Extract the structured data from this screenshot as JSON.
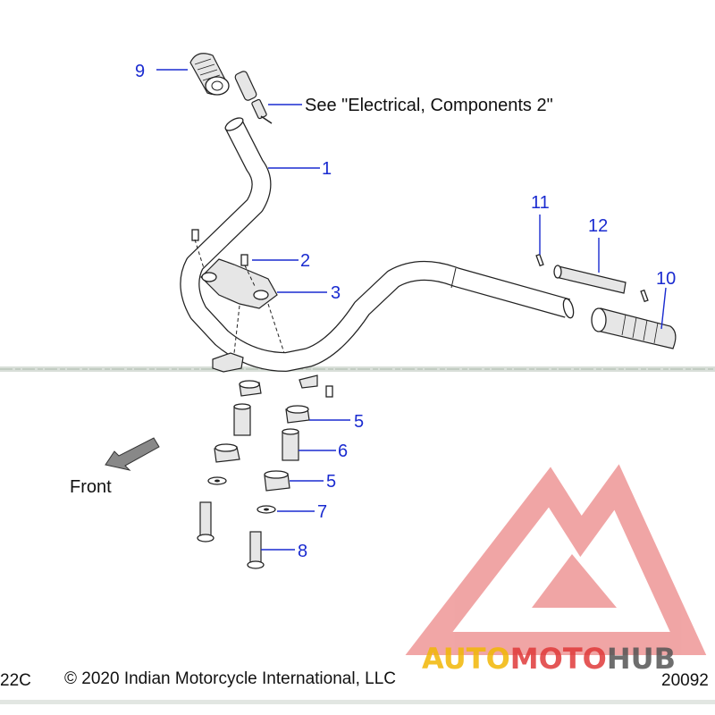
{
  "callouts": {
    "c1": "1",
    "c2": "2",
    "c3": "3",
    "c5a": "5",
    "c5b": "5",
    "c6": "6",
    "c7": "7",
    "c8": "8",
    "c9": "9",
    "c10": "10",
    "c11": "11",
    "c12": "12"
  },
  "note_electrical": "See \"Electrical, Components 2\"",
  "front_label": "Front",
  "copyright": "© 2020 Indian Motorcycle International, LLC",
  "code_left": "22C",
  "code_right": "20092",
  "watermark": {
    "part1": "AUTO",
    "part2": "MOTO",
    "part3": "HUB",
    "colors": {
      "red": "#e03a3a",
      "yellow": "#f2b705",
      "gray": "#555555"
    }
  },
  "colors": {
    "callout": "#1a2bd0",
    "line": "#222222"
  }
}
